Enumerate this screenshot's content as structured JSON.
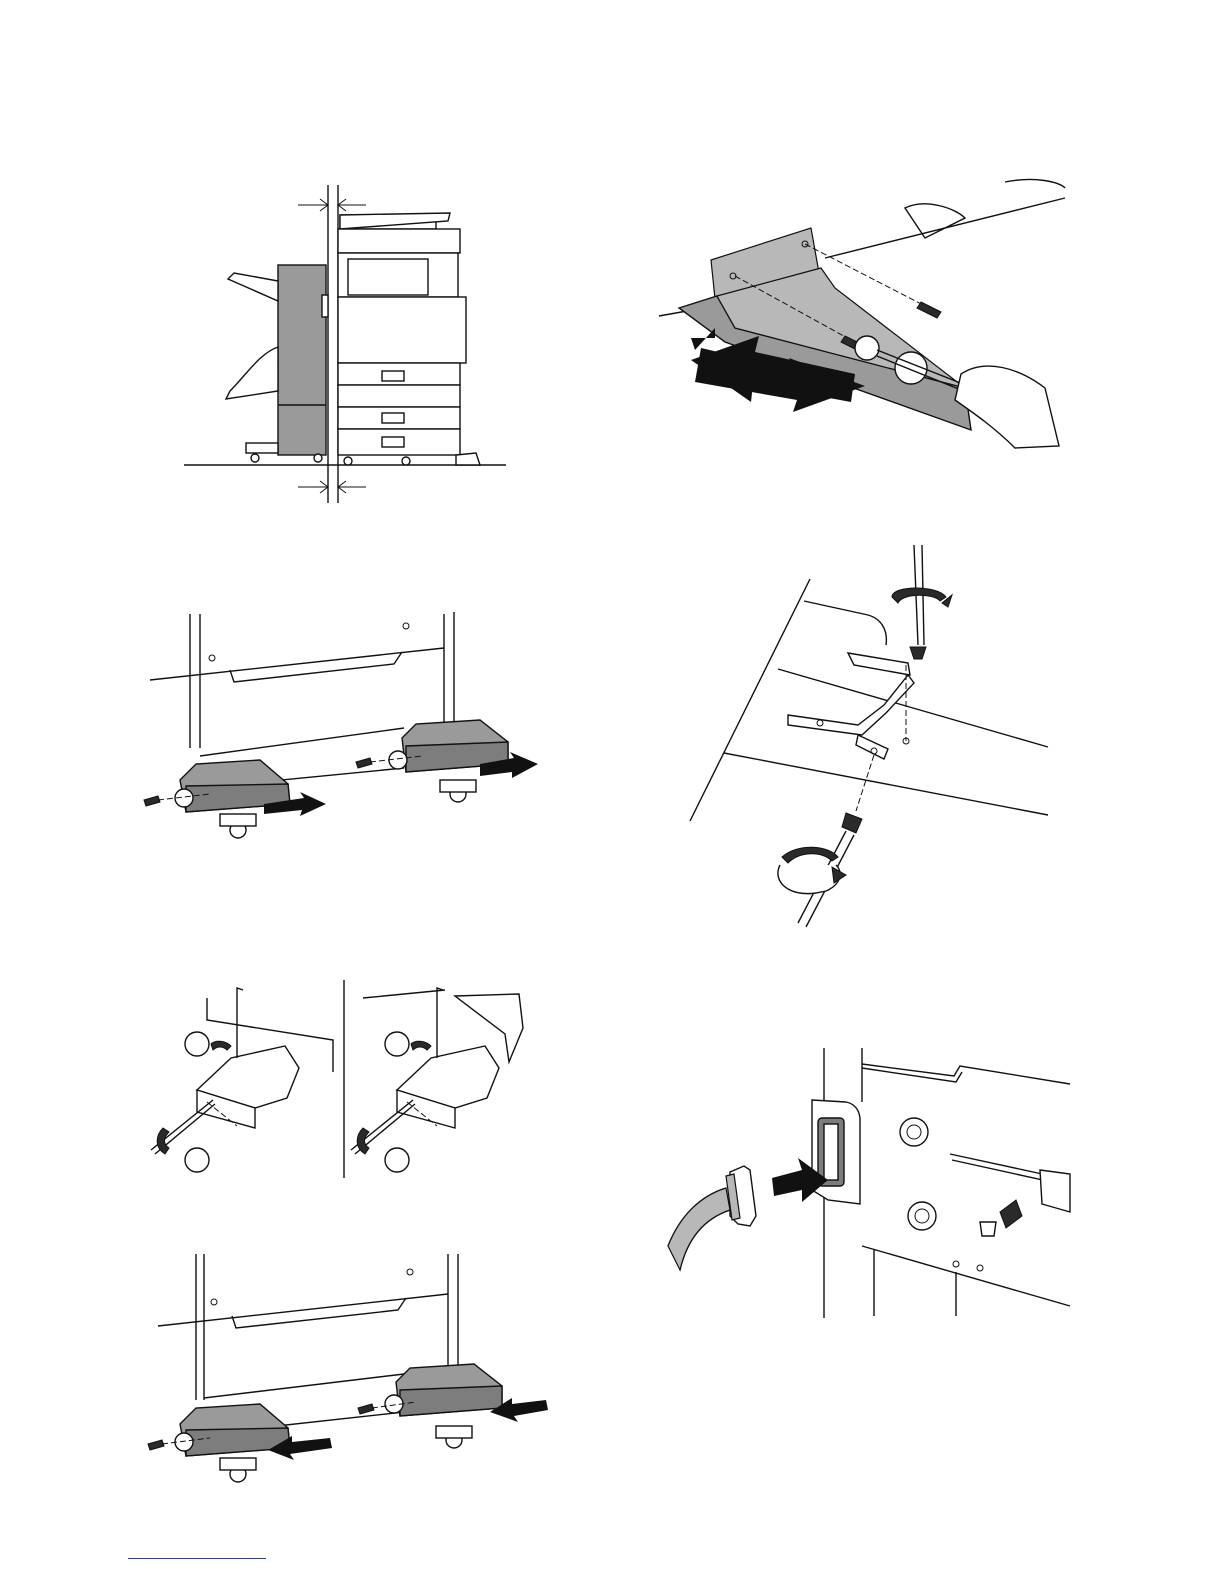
{
  "page": {
    "background": "#ffffff",
    "footer_rule_color": "#2a3aa8"
  },
  "figures": [
    {
      "name": "finisher-alignment",
      "icon": "finisher-alignment-illustration"
    },
    {
      "name": "caster-removal",
      "icon": "caster-removal-illustration"
    },
    {
      "name": "caster-adjust-views",
      "icon": "hex-key-adjust-illustration",
      "callouts": [
        "",
        "",
        "",
        ""
      ]
    },
    {
      "name": "caster-attach",
      "icon": "caster-attach-illustration"
    },
    {
      "name": "rail-insert",
      "icon": "rail-insert-illustration"
    },
    {
      "name": "bracket-fix",
      "icon": "bracket-screw-illustration"
    },
    {
      "name": "cable-connect",
      "icon": "cable-connector-illustration"
    }
  ]
}
